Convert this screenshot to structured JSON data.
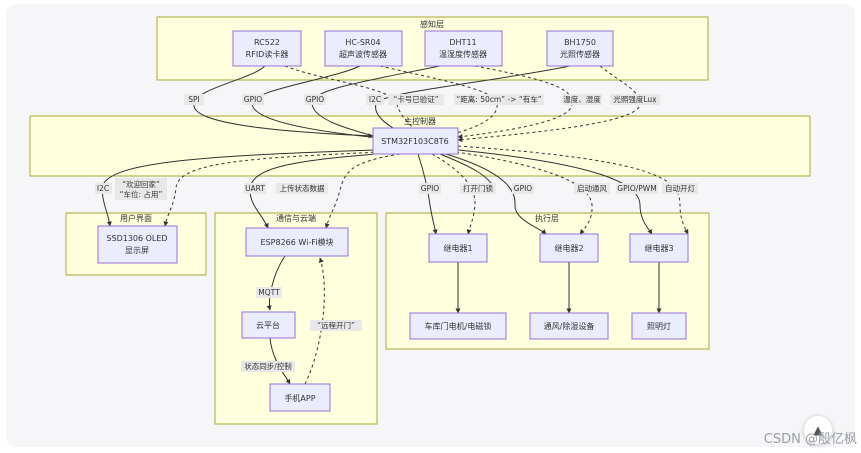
{
  "colors": {
    "subgraph_fill": "#ffffde",
    "subgraph_stroke": "#aaaa33",
    "node_fill": "#ececff",
    "node_stroke": "#9370db",
    "edge": "#333333",
    "label_bg": "#e8e8e8",
    "page_bg": "#f6f6f8"
  },
  "groups": {
    "perception": "感知层",
    "main": "主控制器",
    "ui": "用户界面",
    "comm": "通信与云端",
    "exec": "执行层"
  },
  "nodes": {
    "rc522": [
      "RC522",
      "RFID读卡器"
    ],
    "hcsr04": [
      "HC-SR04",
      "超声波传感器"
    ],
    "dht11": [
      "DHT11",
      "温湿度传感器"
    ],
    "bh1750": [
      "BH1750",
      "光照传感器"
    ],
    "stm32": [
      "STM32F103C8T6"
    ],
    "oled": [
      "SSD1306 OLED",
      "显示屏"
    ],
    "esp": [
      "ESP8266 Wi-Fi模块"
    ],
    "cloud": [
      "云平台"
    ],
    "app": [
      "手机APP"
    ],
    "relay1": [
      "继电器1"
    ],
    "relay2": [
      "继电器2"
    ],
    "relay3": [
      "继电器3"
    ],
    "door": [
      "车库门电机/电磁锁"
    ],
    "fan": [
      "通风/除湿设备"
    ],
    "light": [
      "照明灯"
    ]
  },
  "edge_labels": {
    "spi": "SPI",
    "gpio_hc": "GPIO",
    "gpio_dht": "GPIO",
    "i2c_bh": "I2C",
    "card_ok": "“卡号已验证”",
    "distance": "“距离: 50cm” -> “有车”",
    "temp_hum": "温度、湿度",
    "lux": "光照强度Lux",
    "i2c_oled": "I2C",
    "welcome": [
      "“欢迎回家”",
      "“车位: 占用”"
    ],
    "uart": "UART",
    "upload": "上传状态数据",
    "gpio_r1": "GPIO",
    "open_door": "打开门锁",
    "gpio_r2": "GPIO",
    "start_fan": "启动通风",
    "gpio_pwm": "GPIO/PWM",
    "auto_light": "自动开灯",
    "mqtt": "MQTT",
    "remote_open": "“远程开门”",
    "sync": "状态同步/控制"
  },
  "watermark": "CSDN @殷亿枫"
}
